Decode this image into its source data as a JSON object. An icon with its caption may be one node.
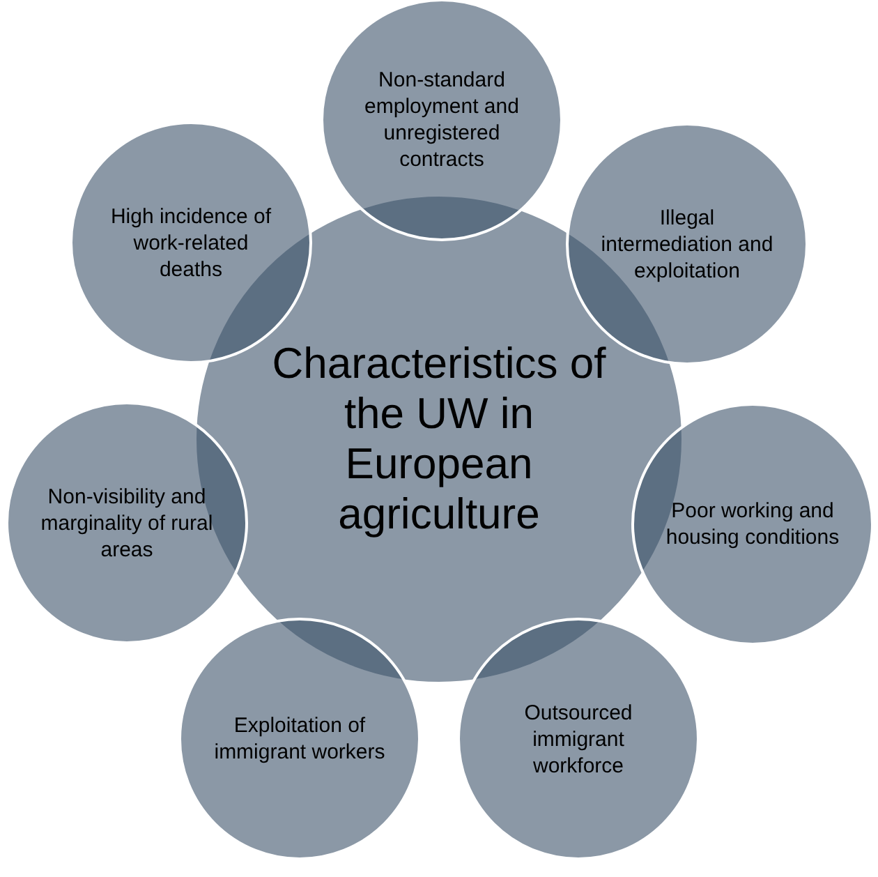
{
  "diagram": {
    "nodes": [
      {
        "text": [
          "Characteristics of the UW in European agriculture"
        ]
      },
      {
        "text": [
          "Non-standard employment and unregistered contracts"
        ]
      },
      {
        "text": [
          "Illegal intermediation and exploitation"
        ]
      },
      {
        "text": [
          "Poor working and housing conditions"
        ]
      },
      {
        "text": [
          "Outsourced immigrant workforce"
        ]
      },
      {
        "text": [
          "Exploitation of immigrant workers"
        ]
      },
      {
        "text": [
          "Non-visibility and marginality of rural areas"
        ]
      },
      {
        "text": [
          "High incidence of work-related deaths"
        ]
      }
    ]
  }
}
